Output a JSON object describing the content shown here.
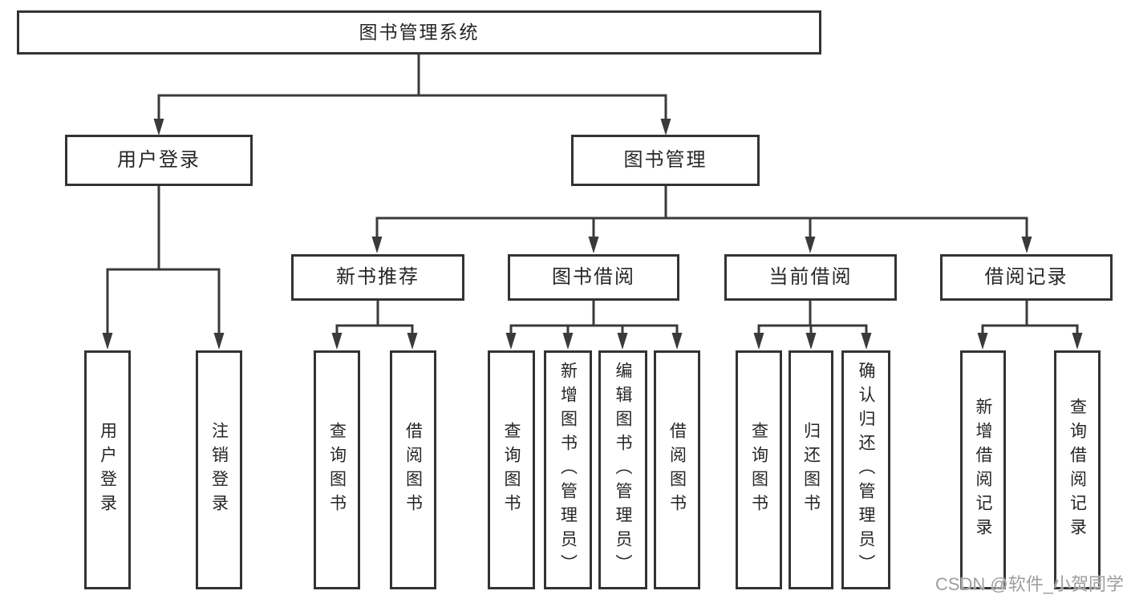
{
  "tree": {
    "root": {
      "label": "图书管理系统",
      "children": [
        {
          "label": "用户登录",
          "children": [
            {
              "label": "用户登录"
            },
            {
              "label": "注销登录"
            }
          ]
        },
        {
          "label": "图书管理",
          "children": [
            {
              "label": "新书推荐",
              "children": [
                {
                  "label": "查询图书"
                },
                {
                  "label": "借阅图书"
                }
              ]
            },
            {
              "label": "图书借阅",
              "children": [
                {
                  "label": "查询图书"
                },
                {
                  "label": "新增图书（管理员）"
                },
                {
                  "label": "编辑图书（管理员）"
                },
                {
                  "label": "借阅图书"
                }
              ]
            },
            {
              "label": "当前借阅",
              "children": [
                {
                  "label": "查询图书"
                },
                {
                  "label": "归还图书"
                },
                {
                  "label": "确认归还（管理员）"
                }
              ]
            },
            {
              "label": "借阅记录",
              "children": [
                {
                  "label": "新增借阅记录"
                },
                {
                  "label": "查询借阅记录"
                }
              ]
            }
          ]
        }
      ]
    }
  },
  "watermark": {
    "text": "CSDN @软件_小贺同学"
  },
  "colors": {
    "line": "#3a3a3a",
    "border": "#333333",
    "text": "#262626",
    "background": "#ffffff",
    "watermark": "#9e9e9e"
  }
}
